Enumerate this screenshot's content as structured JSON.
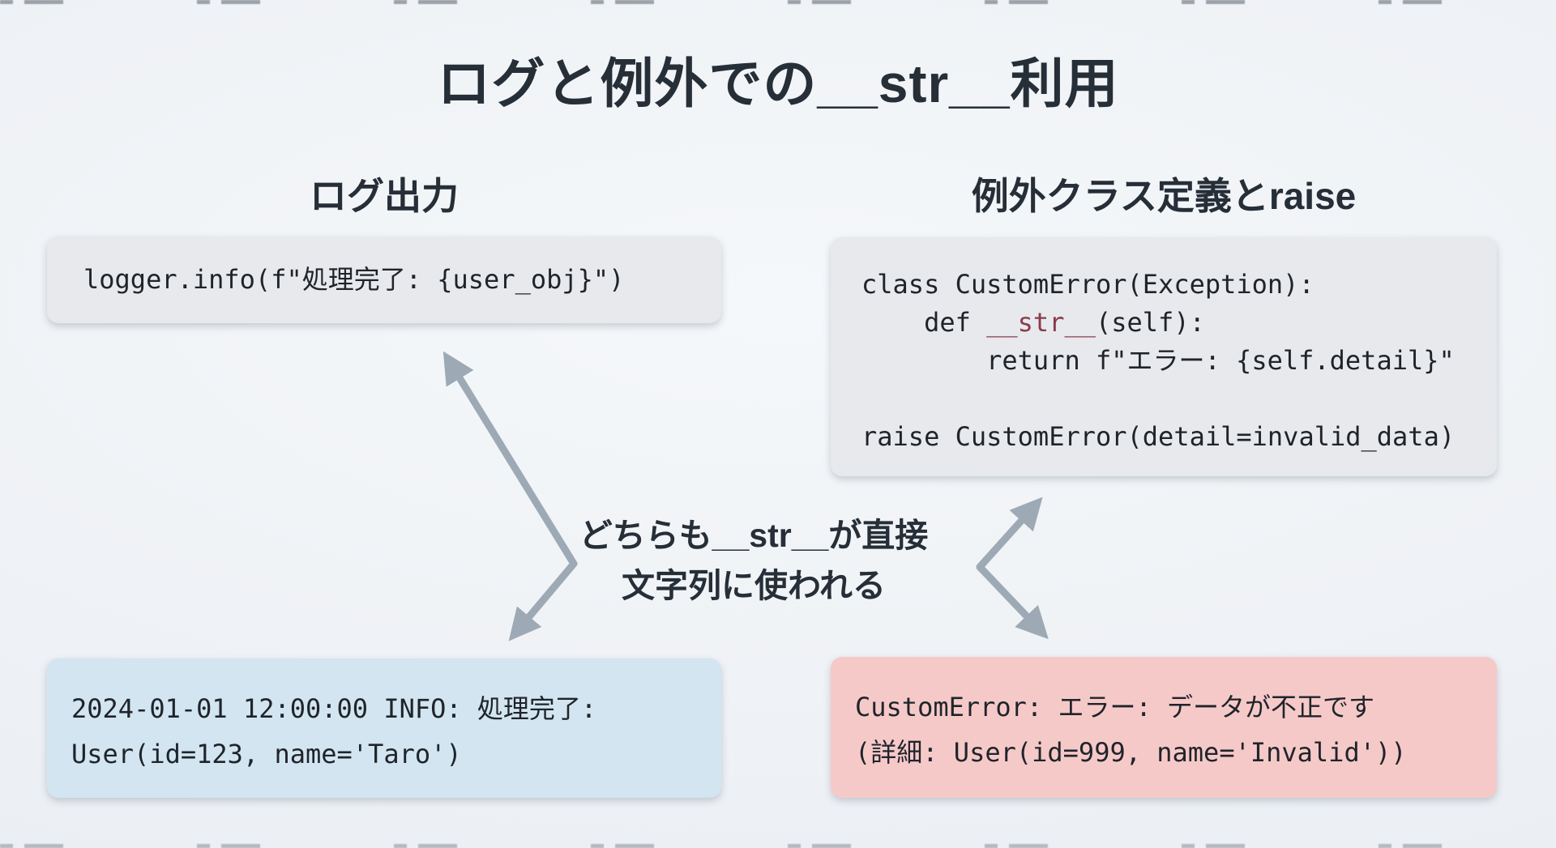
{
  "title": "ログと例外での__str__利用",
  "left_section": {
    "heading": "ログ出力",
    "code": "logger.info(f\"処理完了: {user_obj}\")",
    "output_line1": "2024-01-01 12:00:00 INFO: 処理完了:",
    "output_line2": "User(id=123, name='Taro')"
  },
  "right_section": {
    "heading": "例外クラス定義とraise",
    "code_line1": "class CustomError(Exception):",
    "code_line2_pre": "    def ",
    "code_line2_dunder": "__str__",
    "code_line2_post": "(self):",
    "code_line3": "        return f\"エラー: {self.detail}\"",
    "code_line4": "",
    "code_line5": "raise CustomError(detail=invalid_data)",
    "output_line1": "CustomError: エラー: データが不正です",
    "output_line2": "(詳細: User(id=999, name='Invalid'))"
  },
  "annotation": {
    "line1": "どちらも__str__が直接",
    "line2": "文字列に使われる"
  },
  "colors": {
    "background": "#eef1f5",
    "code_box_bg": "#e7e9ec",
    "log_box_bg": "#d2e5f0",
    "error_box_bg": "#f6c9c9",
    "arrow": "#9daab5",
    "heading_text": "#262e38",
    "code_text": "#1f242a",
    "dunder_red": "#8b3a4a"
  }
}
